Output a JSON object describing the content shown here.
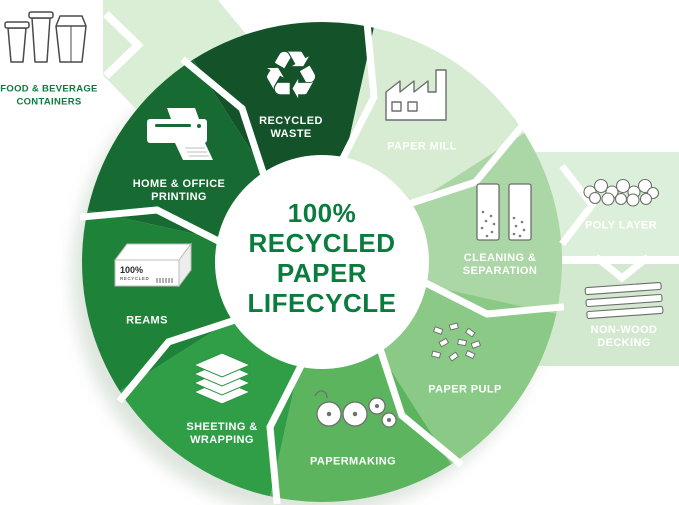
{
  "diagram": {
    "title_lines": [
      "100%",
      "RECYCLED",
      "PAPER",
      "LIFECYCLE"
    ],
    "title_color": "#0a7c3e"
  },
  "input_source": {
    "label_lines": [
      "FOOD & BEVERAGE",
      "CONTAINERS"
    ],
    "icon": "food-beverage-containers"
  },
  "stages": [
    {
      "id": "recycled-waste",
      "label_lines": [
        "RECYCLED",
        "WASTE"
      ],
      "color": "#14532a",
      "icon": "recycle-symbol"
    },
    {
      "id": "paper-mill",
      "label_lines": [
        "PAPER MILL"
      ],
      "color": "#d7ecd2",
      "icon": "factory"
    },
    {
      "id": "cleaning-separation",
      "label_lines": [
        "CLEANING &",
        "SEPARATION"
      ],
      "color": "#abd6a5",
      "icon": "separation-cylinders"
    },
    {
      "id": "paper-pulp",
      "label_lines": [
        "PAPER PULP"
      ],
      "color": "#8bc987",
      "icon": "pulp-flakes"
    },
    {
      "id": "papermaking",
      "label_lines": [
        "PAPERMAKING"
      ],
      "color": "#5cb45f",
      "icon": "paper-machine-rolls"
    },
    {
      "id": "sheeting-wrapping",
      "label_lines": [
        "SHEETING &",
        "WRAPPING"
      ],
      "color": "#2f9e47",
      "icon": "sheet-stack"
    },
    {
      "id": "reams",
      "label_lines": [
        "REAMS"
      ],
      "color": "#1e8339",
      "icon": "ream-package"
    },
    {
      "id": "home-office-printing",
      "label_lines": [
        "HOME & OFFICE",
        "PRINTING"
      ],
      "color": "#176a31",
      "icon": "printer"
    }
  ],
  "byproducts": [
    {
      "id": "poly-layer",
      "label_lines": [
        "POLY LAYER"
      ],
      "band_color": "#dcefda",
      "icon": "poly-cluster"
    },
    {
      "id": "non-wood-decking",
      "label_lines": [
        "NON-WOOD",
        "DECKING"
      ],
      "band_color": "#d2e9cf",
      "icon": "decking-planks"
    }
  ],
  "ream_package_text": {
    "line1": "100%",
    "line2": "RECYCLED"
  },
  "glyphs": {
    "recycle": "♻"
  },
  "colors": {
    "background": "#ffffff",
    "arrow": "#ffffff",
    "stage_label_text": "#ffffff",
    "input_band": "#daeed6",
    "input_label_text": "#0a7c3e"
  }
}
